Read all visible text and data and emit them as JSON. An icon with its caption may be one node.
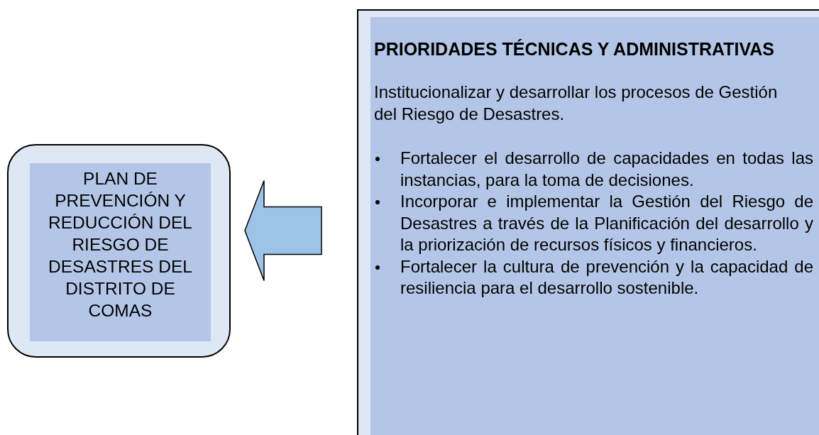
{
  "diagram": {
    "nodes": [
      {
        "text": [],
        "shape": "box"
      },
      {
        "text": [
          "PLAN DE PREVENCIÓN Y REDUCCIÓN DEL RIESGO DE DESASTRES DEL DISTRITO DE COMAS"
        ],
        "in": 0
      },
      {
        "text": [
          "PRIORIDADES TÉCNICAS Y ADMINISTRATIVAS",
          "Institucionalizar y desarrollar los procesos de Gestión del Riesgo de Desastres.",
          "Fortalecer el desarrollo de capacidades en todas las instancias, para la toma de decisiones.",
          "Incorporar e implementar la Gestión del Riesgo de Desastres a través de la Planificación del desarrollo y la priorización de recursos físicos y financieros.",
          "Fortalecer la cultura de prevención y la capacidad de resiliencia para el desarrollo sostenible."
        ]
      }
    ],
    "edges": [
      {
        "from": 2,
        "to": 0,
        "arrow": "to",
        "style": "thick"
      }
    ]
  }
}
